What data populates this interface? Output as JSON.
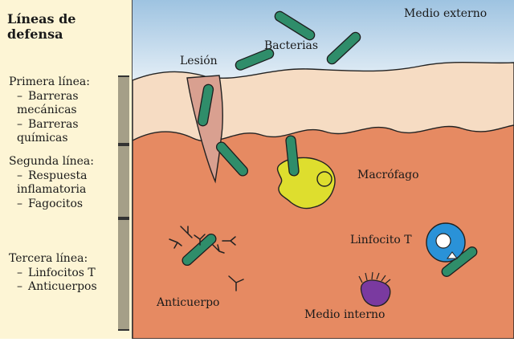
{
  "sidebar": {
    "title": "Líneas de defensa",
    "sections": [
      {
        "heading": "Primera línea:",
        "items": [
          [
            "Barreras",
            "mecánicas"
          ],
          [
            "Barreras",
            "químicas"
          ]
        ]
      },
      {
        "heading": "Segunda línea:",
        "items": [
          [
            "Respuesta",
            "inflamatoria"
          ],
          [
            "Fagocitos"
          ]
        ]
      },
      {
        "heading": "Tercera línea:",
        "items": [
          [
            "Linfocitos T"
          ],
          [
            "Anticuerpos"
          ]
        ]
      }
    ]
  },
  "labels": {
    "medio_externo": "Medio externo",
    "bacterias": "Bacterias",
    "lesion": "Lesión",
    "macrofago": "Macrófago",
    "linfocito_t": "Linfocito T",
    "anticuerpo": "Anticuerpo",
    "medio_interno": "Medio interno"
  },
  "colors": {
    "sky": "#b9d4e8",
    "epidermis": "#f6dcc3",
    "dermis": "#e68a62",
    "wound": "#d9a090",
    "bacteria": "#2f8d6a",
    "macrophage": "#dede2e",
    "lymphocyte": "#2a92d8",
    "antibody_cell": "#7a3aa0",
    "sidebar_bg": "#fdf5d5"
  }
}
